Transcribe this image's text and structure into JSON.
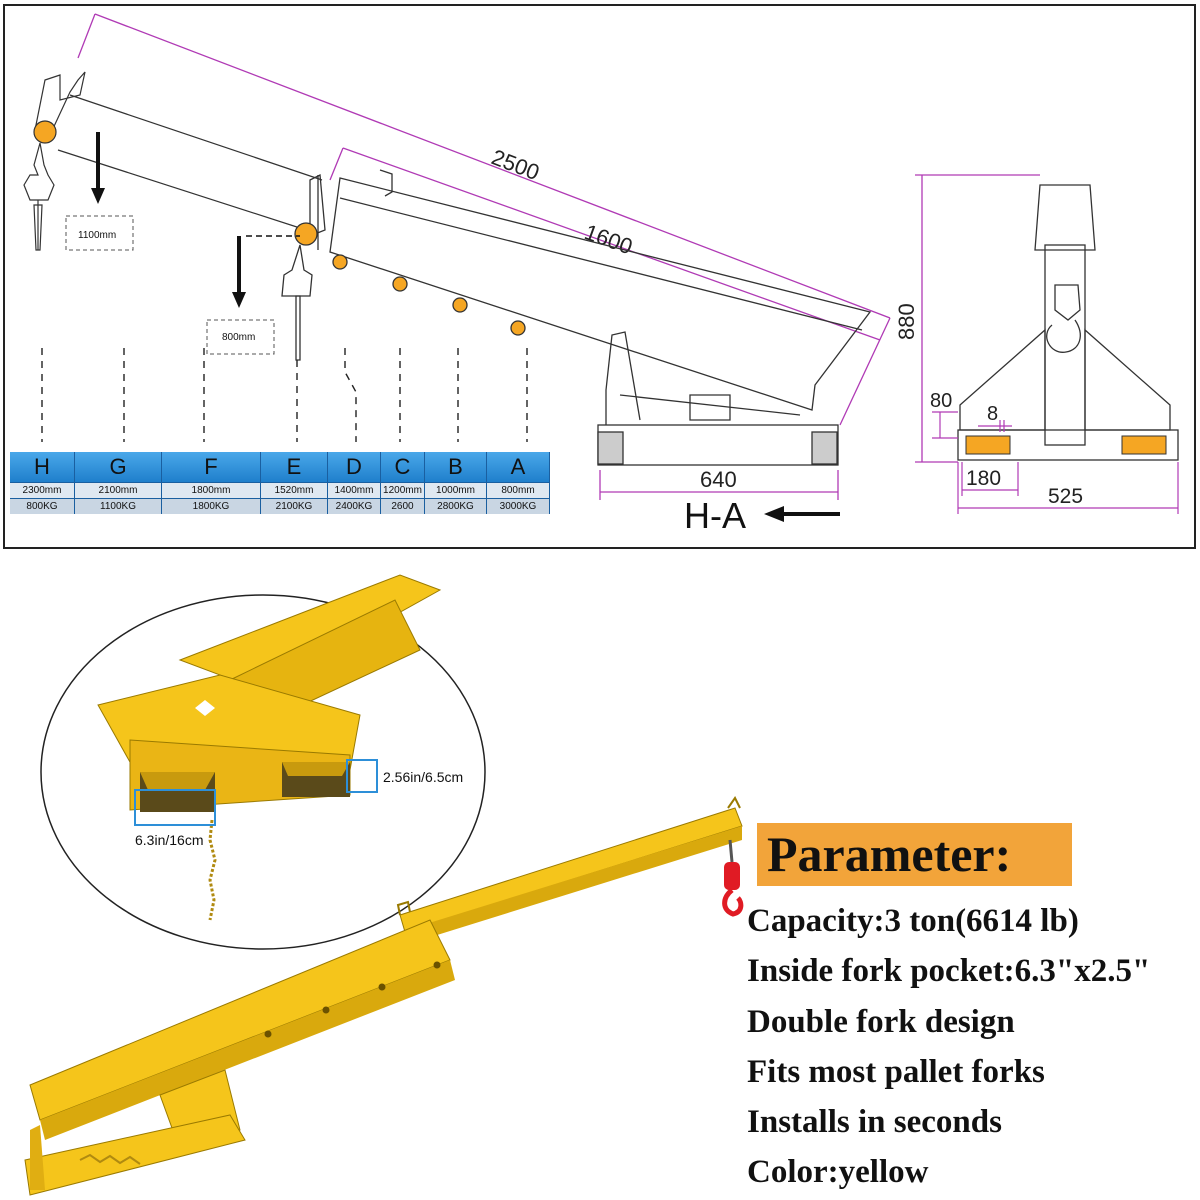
{
  "drawing": {
    "dim_total_length": "2500",
    "dim_inner_length": "1600",
    "dim_base_length": "640",
    "view_label": "H-A",
    "dim_height": "880",
    "dim_side_80": "80",
    "dim_side_8": "8",
    "dim_side_180": "180",
    "dim_side_525": "525",
    "drop_labels": [
      "1100mm",
      "800mm"
    ]
  },
  "capacity_table": {
    "columns": [
      {
        "pos": "H",
        "length": "2300mm",
        "load": "800KG"
      },
      {
        "pos": "G",
        "length": "2100mm",
        "load": "1100KG"
      },
      {
        "pos": "F",
        "length": "1800mm",
        "load": "1800KG"
      },
      {
        "pos": "E",
        "length": "1520mm",
        "load": "2100KG"
      },
      {
        "pos": "D",
        "length": "1400mm",
        "load": "2400KG"
      },
      {
        "pos": "C",
        "length": "1200mm",
        "load": "2600"
      },
      {
        "pos": "B",
        "length": "1000mm",
        "load": "2800KG"
      },
      {
        "pos": "A",
        "length": "800mm",
        "load": "3000KG"
      }
    ]
  },
  "detail": {
    "pocket_height": "2.56in/6.5cm",
    "pocket_width": "6.3in/16cm"
  },
  "parameters": {
    "title": "Parameter:",
    "items": [
      "Capacity:3 ton(6614 lb)",
      "Inside fork pocket:6.3\"x2.5\"",
      "Double fork design",
      "Fits most pallet forks",
      "Installs in seconds",
      "Color:yellow"
    ]
  },
  "colors": {
    "product_yellow": "#f5c51b",
    "table_blue": "#2d8fd8",
    "dimension_magenta": "#b03ab5",
    "param_bg": "#f2a43a",
    "hook_red": "#e01b24"
  }
}
